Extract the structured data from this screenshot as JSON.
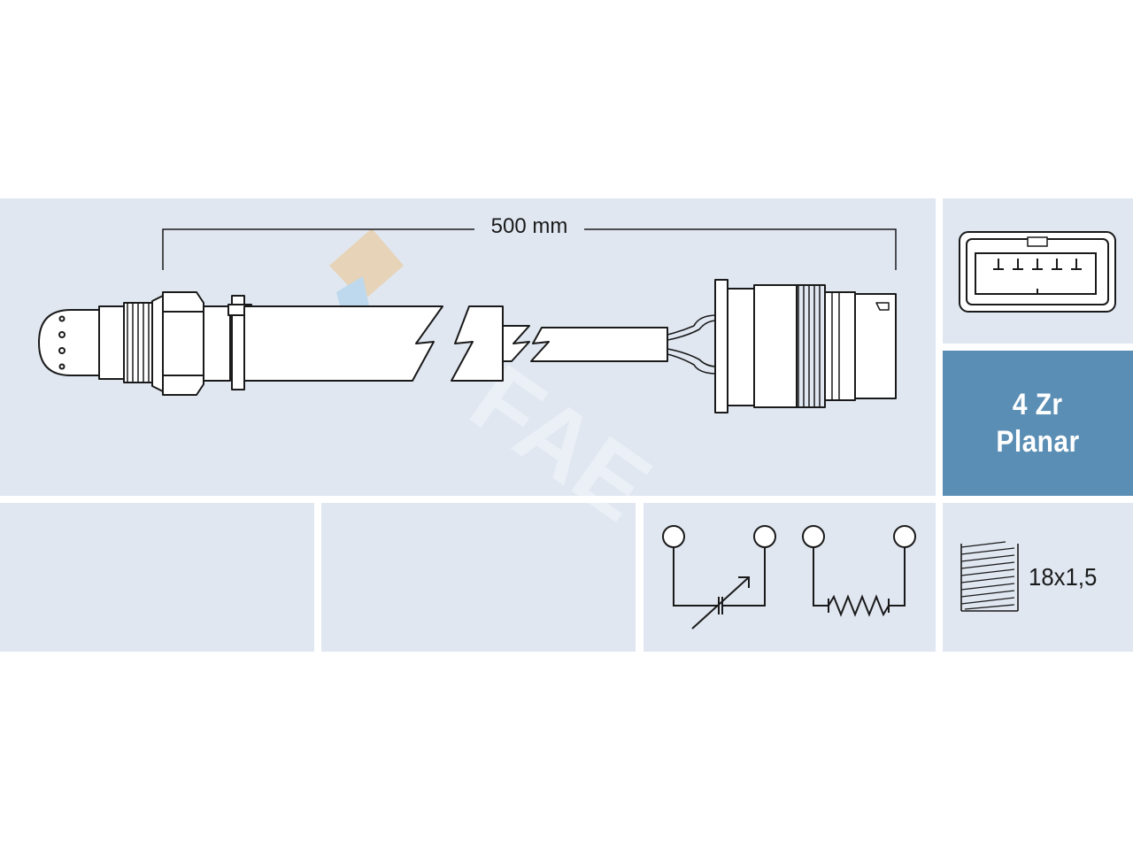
{
  "dimension": {
    "length_label": "500 mm"
  },
  "sensor_type": {
    "line1": "4 Zr",
    "line2": "Planar"
  },
  "thread": {
    "label": "18x1,5"
  },
  "connector": {
    "pins": 5
  },
  "watermark": {
    "text": "FAE"
  },
  "colors": {
    "panel": "#e0e7f1",
    "accent": "#5a8eb4",
    "line": "#1a1a1a"
  }
}
